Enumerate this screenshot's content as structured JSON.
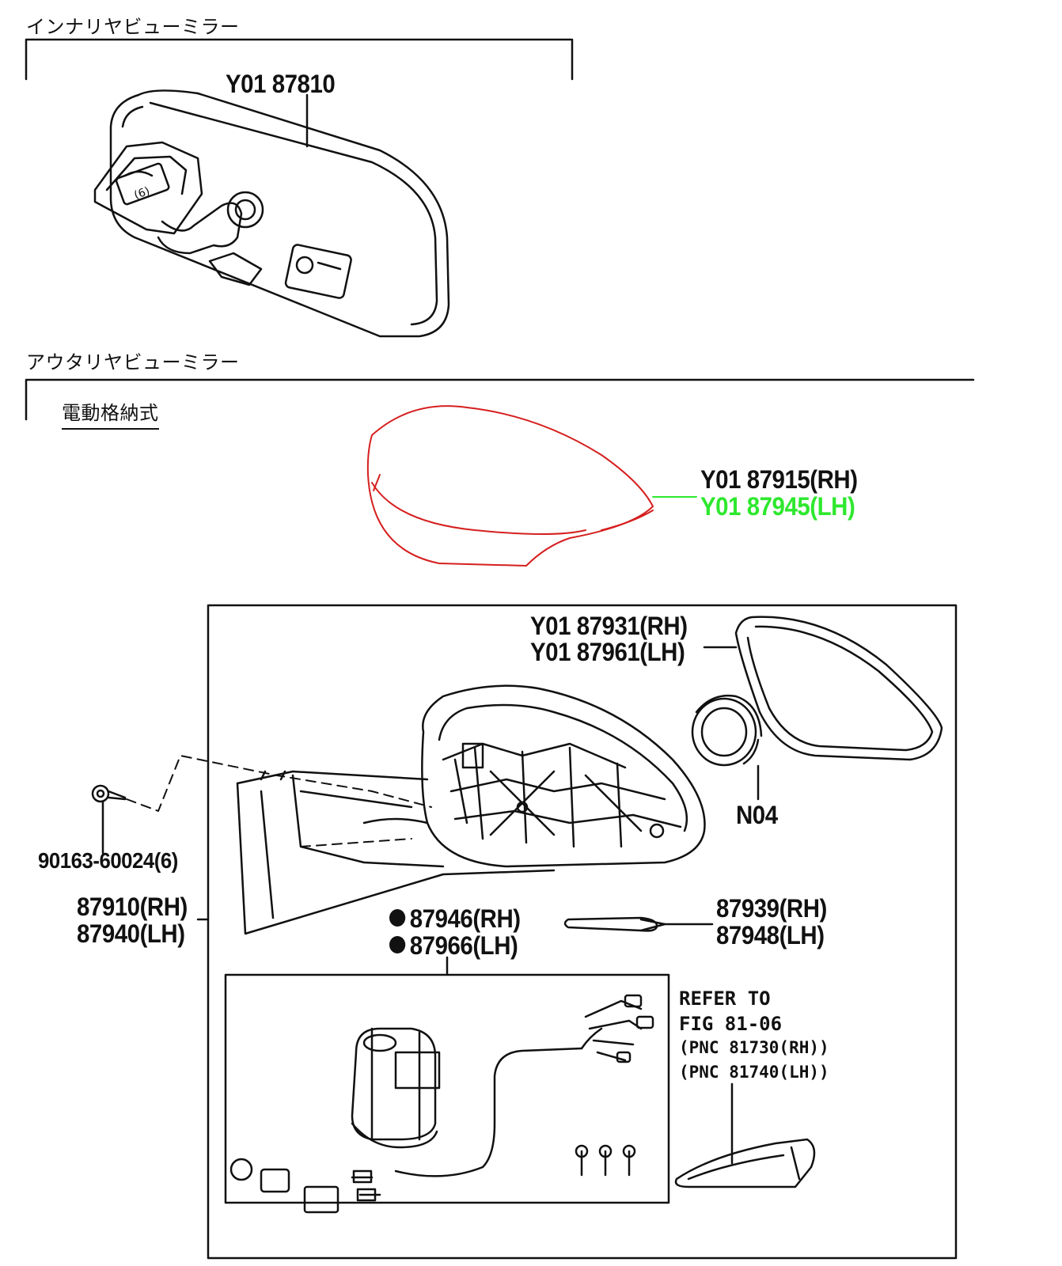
{
  "sections": {
    "inner_title": "インナリヤビューミラー",
    "outer_title": "アウタリヤビューミラー",
    "outer_subtitle": "電動格納式"
  },
  "labels": {
    "inner_mirror": "Y01 87810",
    "cover_rh": "Y01 87915(RH)",
    "cover_lh": "Y01 87945(LH)",
    "glass_rh": "Y01 87931(RH)",
    "glass_lh": "Y01 87961(LH)",
    "n04": "N04",
    "screw": "90163-60024(6)",
    "mirror_assy_rh": "87910(RH)",
    "mirror_assy_lh": "87940(LH)",
    "motor_rh": "87946(RH)",
    "motor_lh": "87966(LH)",
    "lamp_rh": "87939(RH)",
    "lamp_lh": "87948(LH)",
    "refer_1": "REFER TO",
    "refer_2": "FIG 81-06",
    "refer_3": "(PNC 81730(RH))",
    "refer_4": "(PNC 81740(LH))"
  },
  "colors": {
    "line": "#111111",
    "cover_highlight": "#d61f1f",
    "cover_lh_text": "#2ee82e"
  }
}
